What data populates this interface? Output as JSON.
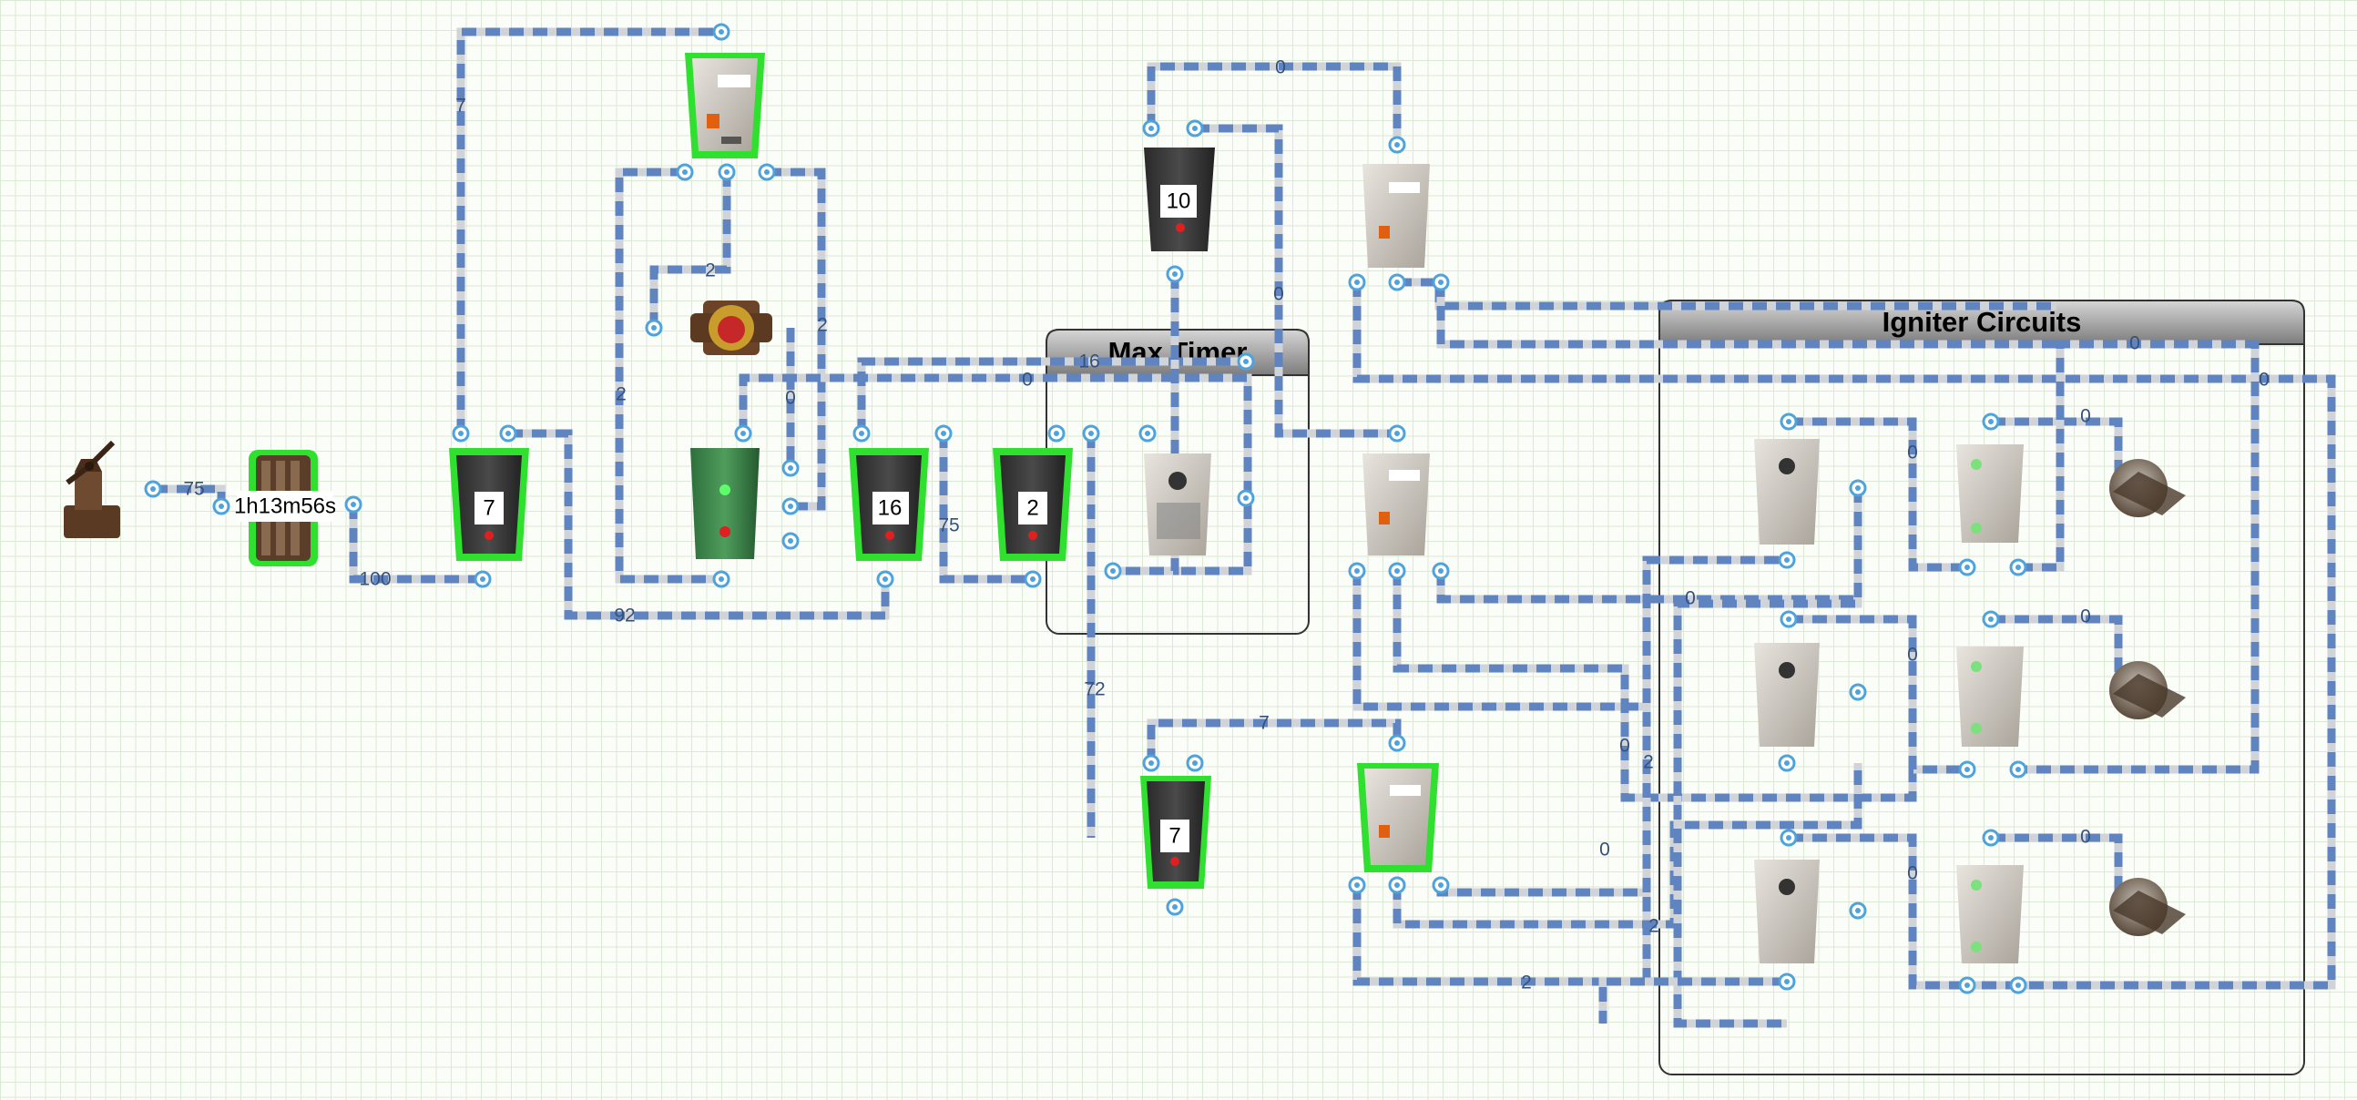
{
  "groups": {
    "max_timer": {
      "title": "Max Timer"
    },
    "igniter_circuits": {
      "title": "Igniter Circuits"
    }
  },
  "components": {
    "timer_display": "1h13m56s",
    "counter_a": "7",
    "counter_b": "16",
    "counter_c": "2",
    "counter_d": "10",
    "counter_e": "7"
  },
  "wire_labels": {
    "w_75a": "75",
    "w_100": "100",
    "w_7top": "7",
    "w_92": "92",
    "w_2a": "2",
    "w_2b": "2",
    "w_2c": "2",
    "w_0a": "0",
    "w_16": "16",
    "w_0b": "0",
    "w_75b": "75",
    "w_72": "72",
    "w_0top": "0",
    "w_0c": "0",
    "w_7mid": "7",
    "w_0d": "0",
    "w_0e": "0",
    "w_0f": "0",
    "w_0g": "0",
    "w_0h": "0",
    "w_0i": "0",
    "w_0j": "0",
    "w_0k": "0",
    "w_0l": "0",
    "w_0m": "0",
    "w_0n": "0",
    "w_2d": "2",
    "w_2e": "2",
    "w_2f": "2"
  },
  "colors": {
    "wire": "#5f84bf",
    "wire_casing": "#d0d4d8",
    "port": "#4fa3dc",
    "selected_outline": "#2fe02f",
    "grid": "#dce9d4",
    "group_header": "#8e8e8e"
  }
}
